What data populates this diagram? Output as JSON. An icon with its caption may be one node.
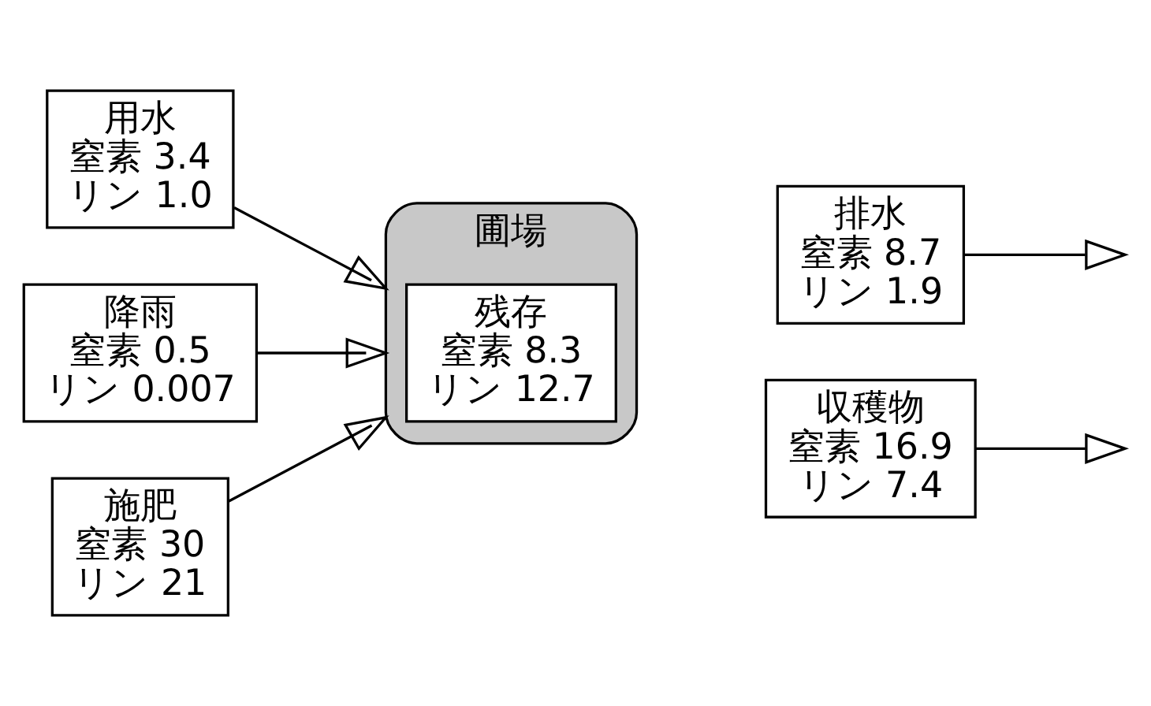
{
  "diagram": {
    "nodes": [
      {
        "text": [
          "用水",
          "窒素 3.4",
          "リン 1.0"
        ]
      },
      {
        "text": [
          "降雨",
          "窒素 0.5",
          "リン 0.007"
        ]
      },
      {
        "text": [
          "施肥",
          "窒素 30",
          "リン 21"
        ]
      },
      {
        "text": [
          "圃場"
        ]
      },
      {
        "text": [
          "残存",
          "窒素 8.3",
          "リン 12.7"
        ],
        "in": 3
      },
      {
        "text": [
          "排水",
          "窒素 8.7",
          "リン 1.9"
        ]
      },
      {
        "text": [
          "収穫物",
          "窒素 16.9",
          "リン 7.4"
        ]
      }
    ],
    "edges": [
      {
        "from": 0,
        "to": 3,
        "arrow": "to"
      },
      {
        "from": 1,
        "to": 3,
        "arrow": "to"
      },
      {
        "from": 2,
        "to": 3,
        "arrow": "to"
      },
      {
        "from": 5,
        "to": null,
        "arrow": "to"
      },
      {
        "from": 6,
        "to": null,
        "arrow": "to"
      }
    ]
  }
}
